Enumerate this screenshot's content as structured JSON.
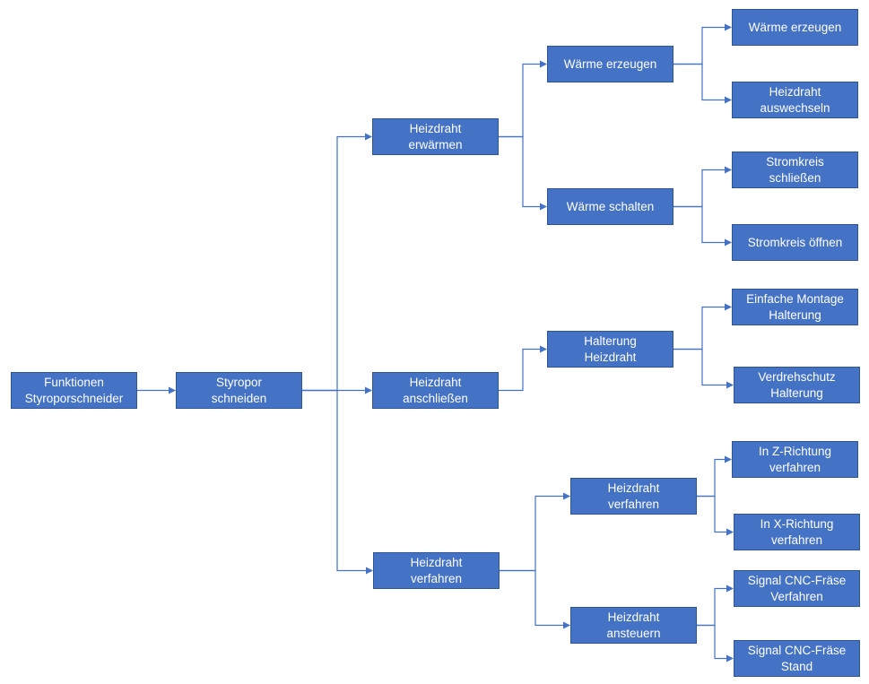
{
  "diagram": {
    "title": "Funktionen Styroporschneider",
    "nodes": [
      {
        "id": "n1",
        "label": "Funktionen\nStyroporschneider",
        "parent": null
      },
      {
        "id": "n2",
        "label": "Styropor\nschneiden",
        "parent": "n1"
      },
      {
        "id": "n3",
        "label": "Heizdraht\nerwärmen",
        "parent": "n2"
      },
      {
        "id": "n4",
        "label": "Heizdraht\nanschließen",
        "parent": "n2"
      },
      {
        "id": "n5",
        "label": "Heizdraht\nverfahren",
        "parent": "n2"
      },
      {
        "id": "n6",
        "label": "Wärme erzeugen",
        "parent": "n3"
      },
      {
        "id": "n7",
        "label": "Wärme schalten",
        "parent": "n3"
      },
      {
        "id": "n8",
        "label": "Halterung\nHeizdraht",
        "parent": "n4"
      },
      {
        "id": "n9",
        "label": "Heizdraht\nverfahren",
        "parent": "n5"
      },
      {
        "id": "n10",
        "label": "Heizdraht\nansteuern",
        "parent": "n5"
      },
      {
        "id": "n11",
        "label": "Wärme erzeugen",
        "parent": "n6"
      },
      {
        "id": "n12",
        "label": "Heizdraht\nauswechseln",
        "parent": "n6"
      },
      {
        "id": "n13",
        "label": "Stromkreis\nschließen",
        "parent": "n7"
      },
      {
        "id": "n14",
        "label": "Stromkreis öffnen",
        "parent": "n7"
      },
      {
        "id": "n15",
        "label": "Einfache Montage\nHalterung",
        "parent": "n8"
      },
      {
        "id": "n16",
        "label": "Verdrehschutz\nHalterung",
        "parent": "n8"
      },
      {
        "id": "n17",
        "label": "In Z-Richtung\nverfahren",
        "parent": "n9"
      },
      {
        "id": "n18",
        "label": "In X-Richtung\nverfahren",
        "parent": "n9"
      },
      {
        "id": "n19",
        "label": "Signal CNC-Fräse\nVerfahren",
        "parent": "n10"
      },
      {
        "id": "n20",
        "label": "Signal CNC-Fräse\nStand",
        "parent": "n10"
      }
    ],
    "colors": {
      "node_fill": "#4472C4",
      "node_border": "#2F5597",
      "connector": "#4472C4"
    }
  }
}
